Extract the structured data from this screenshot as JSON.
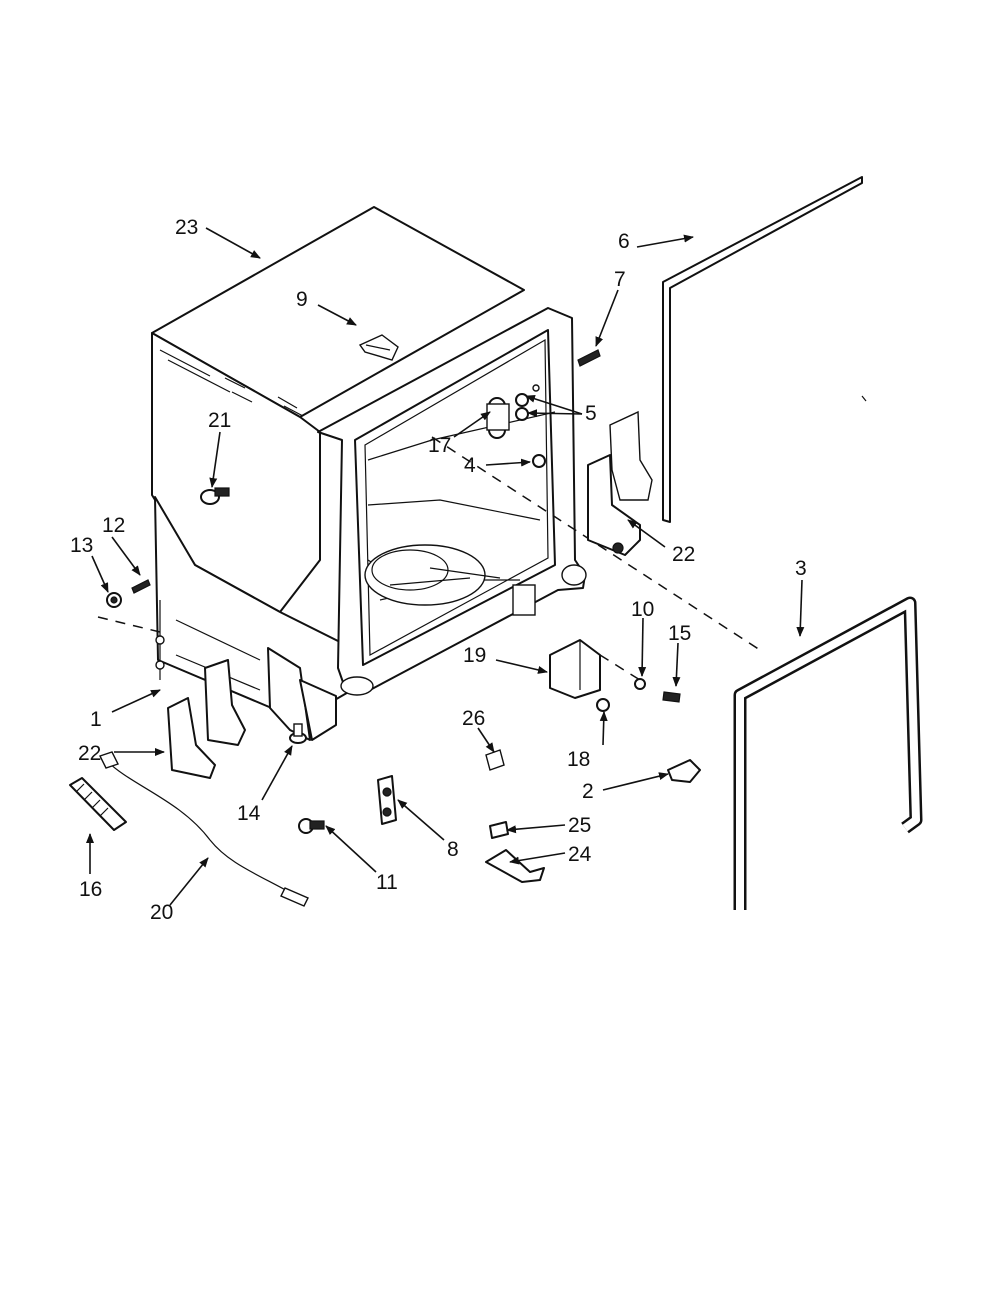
{
  "callouts": {
    "c1": "1",
    "c2": "2",
    "c3": "3",
    "c4": "4",
    "c5": "5",
    "c6": "6",
    "c7": "7",
    "c8": "8",
    "c9": "9",
    "c10": "10",
    "c11": "11",
    "c12": "12",
    "c13": "13",
    "c14": "14",
    "c15": "15",
    "c16": "16",
    "c17": "17",
    "c18": "18",
    "c19": "19",
    "c20": "20",
    "c21": "21",
    "c22a": "22",
    "c22b": "22",
    "c23": "23",
    "c24": "24",
    "c25": "25",
    "c26": "26"
  },
  "colors": {
    "ink": "#111111",
    "paper": "#ffffff"
  }
}
